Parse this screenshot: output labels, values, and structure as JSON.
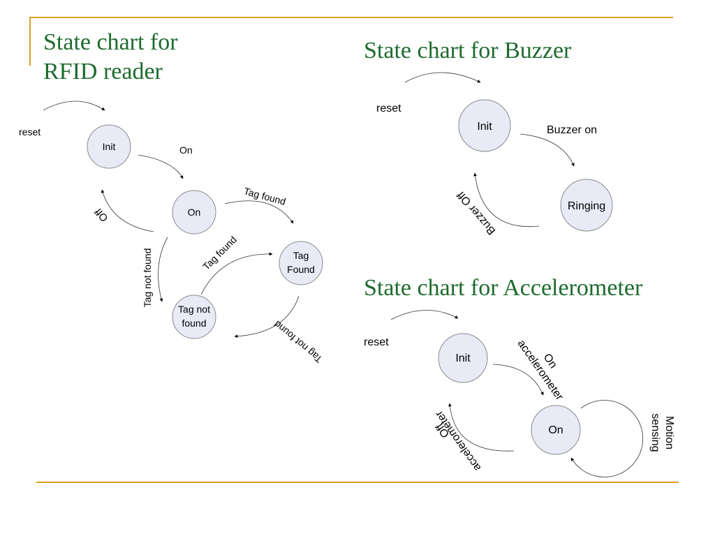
{
  "headings": {
    "rfid": "State chart for RFID reader",
    "buzzer": "State chart for Buzzer",
    "accel": "State chart for Accelerometer"
  },
  "rfid": {
    "states": {
      "init": "Init",
      "on": "On",
      "tag_found_line1": "Tag",
      "tag_found_line2": "Found",
      "tag_not_found_line1": "Tag not",
      "tag_not_found_line2": "found"
    },
    "transitions": {
      "reset": "reset",
      "on": "On",
      "off": "Off",
      "tag_found_1": "Tag found",
      "tag_found_2": "Tag found",
      "tag_not_found_1": "Tag not found",
      "tag_not_found_2": "Tag not found"
    }
  },
  "buzzer": {
    "states": {
      "init": "Init",
      "ringing": "Ringing"
    },
    "transitions": {
      "reset": "reset",
      "buzzer_on": "Buzzer on",
      "buzzer_off": "Buzzer Off"
    }
  },
  "accel": {
    "states": {
      "init": "Init",
      "on": "On"
    },
    "transitions": {
      "reset": "reset",
      "on_accel_line1": "On",
      "on_accel_line2": "accelerometer",
      "off_accel_line1": "Off",
      "off_accel_line2": "accelerometer",
      "motion_line1": "Motion",
      "motion_line2": "sensing"
    }
  },
  "colors": {
    "heading": "#1e6b2e",
    "rule": "#d4a020",
    "state_fill": "#e8eaf6"
  }
}
